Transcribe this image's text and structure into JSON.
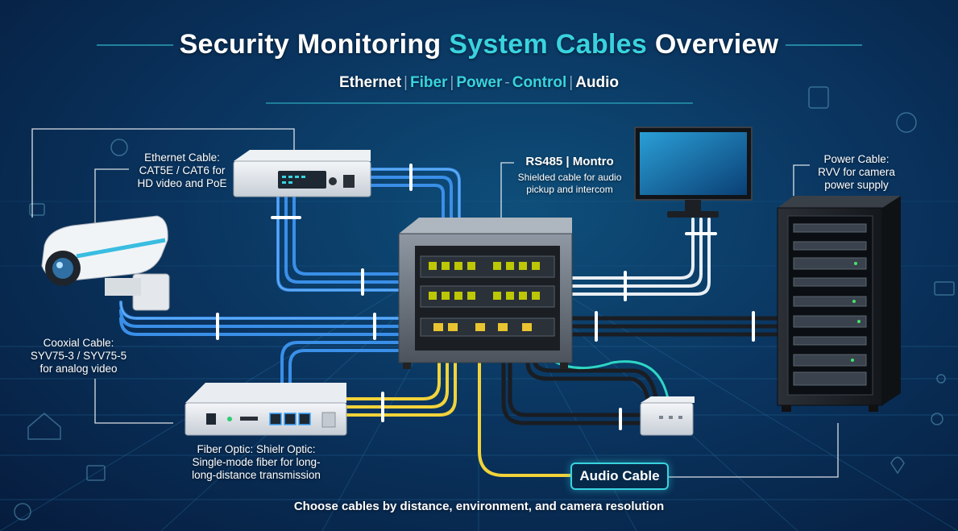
{
  "title": {
    "part1": "Security Monitoring",
    "part2": "System Cables",
    "part3": "Overview"
  },
  "subtitle": {
    "items": [
      "Ethernet",
      "Fiber",
      "Power",
      "Control",
      "Audio"
    ],
    "separators": [
      "|",
      "|",
      "-",
      "|"
    ]
  },
  "labels": {
    "ethernet": {
      "title": "Ethernet Cable:",
      "line2": "CAT5E / CAT6 for",
      "line3": "HD video and PoE"
    },
    "rs485": {
      "title": "RS485 | Montro",
      "line2": "Shielded cable for audio",
      "line3": "pickup and intercom"
    },
    "power": {
      "title": "Power Cable:",
      "line2": "RVV for camera",
      "line3": "power supply"
    },
    "coax": {
      "title": "Cooxial Cable:",
      "line2": "SYV75-3 / SYV75-5",
      "line3": "for analog video"
    },
    "fiber": {
      "title": "Fiber Optic: Shielr Optic:",
      "line2": "Single-mode fiber for long-",
      "line3": "long-distance transmission"
    },
    "audio": "Audio Cable"
  },
  "footer": "Choose cables by distance, environment, and camera resolution",
  "colors": {
    "ethernet_cable": "#3a8fe8",
    "power_cable": "#e8eef3",
    "audio_cable": "#f2d33a",
    "control_cable": "#1a1d22",
    "accent": "#39d3df",
    "background": "#0a3560"
  }
}
